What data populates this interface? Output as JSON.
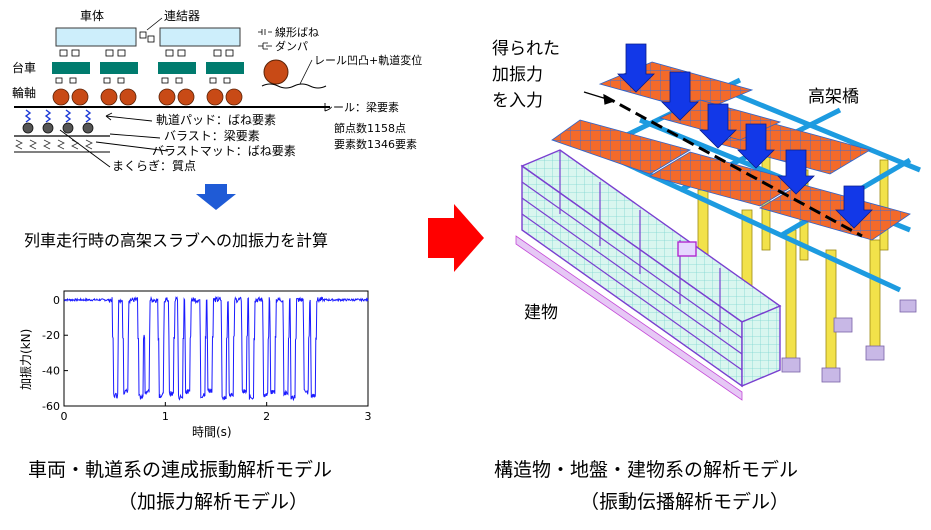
{
  "vehicle_model": {
    "body": "車体",
    "coupler": "連結器",
    "bogie": "台車",
    "wheelset": "輪軸",
    "linear_spring": "線形ばね",
    "damper": "ダンパ",
    "rail_irregularity": "レール凹凸+軌道変位",
    "rail": "レール：梁要素",
    "rail_pad": "軌道パッド：ばね要素",
    "ballast": "バラスト：梁要素",
    "ballast_mat": "バラストマット：ばね要素",
    "sleeper": "まくらぎ：質点",
    "nodes": "節点数1158点",
    "elements": "要素数1346要素"
  },
  "calc_caption": "列車走行時の高架スラブへの加振力を計算",
  "chart_data": {
    "type": "line",
    "xlabel": "時間(s)",
    "ylabel": "加振力(kN)",
    "xlim": [
      0,
      3
    ],
    "ylim": [
      -60,
      5
    ],
    "xticks": [
      "0",
      "1",
      "2",
      "3"
    ],
    "yticks": [
      "0",
      "-20",
      "-40",
      "-60"
    ],
    "series": [
      {
        "color": "#1a1aff",
        "pulses": [
          {
            "t": 0.51,
            "depth": -54
          },
          {
            "t": 0.61,
            "depth": -52
          },
          {
            "t": 0.76,
            "depth": -55
          },
          {
            "t": 0.82,
            "depth": -52
          },
          {
            "t": 0.96,
            "depth": -54
          },
          {
            "t": 1.06,
            "depth": -53
          },
          {
            "t": 1.15,
            "depth": -55
          },
          {
            "t": 1.22,
            "depth": -52
          },
          {
            "t": 1.37,
            "depth": -54
          },
          {
            "t": 1.44,
            "depth": -51
          },
          {
            "t": 1.58,
            "depth": -55
          },
          {
            "t": 1.65,
            "depth": -53
          },
          {
            "t": 1.78,
            "depth": -52
          },
          {
            "t": 1.85,
            "depth": -55
          },
          {
            "t": 1.99,
            "depth": -54
          },
          {
            "t": 2.06,
            "depth": -52
          },
          {
            "t": 2.19,
            "depth": -53
          },
          {
            "t": 2.26,
            "depth": -55
          },
          {
            "t": 2.39,
            "depth": -52
          },
          {
            "t": 2.46,
            "depth": -54
          }
        ]
      }
    ]
  },
  "left_title_1": "車両・軌道系の連成振動解析モデル",
  "left_title_2": "（加振力解析モデル）",
  "input_label_1": "得られた",
  "input_label_2": "加振力",
  "input_label_3": "を入力",
  "bridge_label": "高架橋",
  "building_label": "建物",
  "right_title_1": "構造物・地盤・建物系の解析モデル",
  "right_title_2": "（振動伝播解析モデル）",
  "colors": {
    "arrow_blue": "#1f5bd6",
    "arrow_red": "#ff0000",
    "car_body": "#cdeefb",
    "bogie": "#007b6e",
    "wheel": "#c84a16",
    "slab_orange": "#f36a2a",
    "force_blue": "#1238e8"
  }
}
